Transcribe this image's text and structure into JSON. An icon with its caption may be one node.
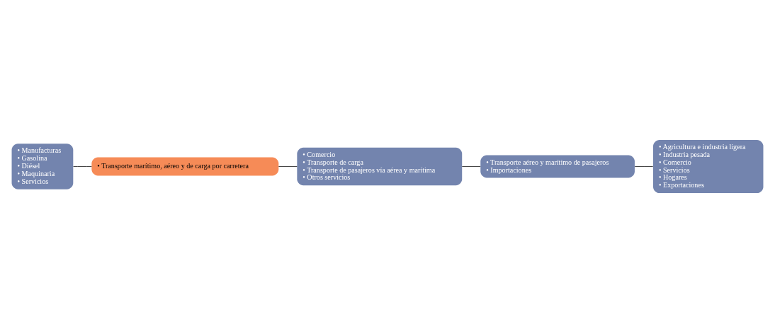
{
  "diagram": {
    "nodes": [
      {
        "text": [
          "• Manufacturas",
          "• Gasolina",
          "• Diésel",
          "• Maquinaria",
          "• Servicios"
        ]
      },
      {
        "text": [
          "• Transporte marítimo, aéreo y de carga por carretera"
        ]
      },
      {
        "text": [
          "• Comercio",
          "• Transporte de carga",
          "• Transporte de pasajeros vía aérea y marítima",
          "• Otros servicios"
        ]
      },
      {
        "text": [
          "• Transporte aéreo y marítimo de pasajeros",
          "• Importaciones"
        ]
      },
      {
        "text": [
          "• Agricultura e industria ligera",
          "• Industria pesada",
          "• Comercio",
          "• Servicios",
          "• Hogares",
          "• Exportaciones"
        ]
      }
    ],
    "edges": [
      {
        "from": 0,
        "to": 1,
        "arrow": "none"
      },
      {
        "from": 1,
        "to": 2,
        "arrow": "none"
      },
      {
        "from": 2,
        "to": 3,
        "arrow": "none"
      },
      {
        "from": 3,
        "to": 4,
        "arrow": "none"
      }
    ]
  }
}
